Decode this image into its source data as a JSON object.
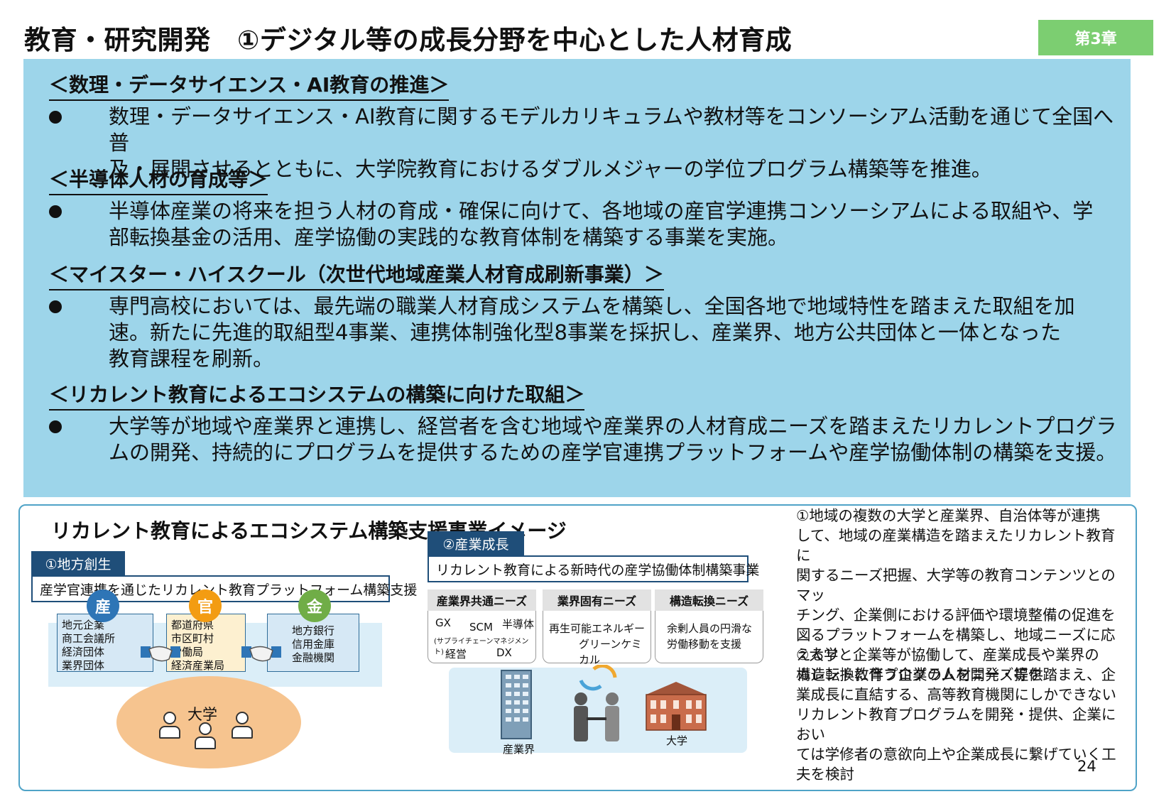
{
  "header": {
    "title": "教育・研究開発　①デジタル等の成長分野を中心とした人材育成",
    "chapter": "第3章"
  },
  "sections": [
    {
      "heading": "＜数理・データサイエンス・AI教育の推進＞",
      "bullet_lines": [
        "数理・データサイエンス・AI教育に関するモデルカリキュラムや教材等をコンソーシアム活動を通じて全国へ普",
        "及・展開させるとともに、大学院教育におけるダブルメジャーの学位プログラム構築等を推進。"
      ]
    },
    {
      "heading": "＜半導体人材の育成等＞",
      "bullet_lines": [
        "半導体産業の将来を担う人材の育成・確保に向けて、各地域の産官学連携コンソーシアムによる取組や、学",
        "部転換基金の活用、産学協働の実践的な教育体制を構築する事業を実施。"
      ]
    },
    {
      "heading": "＜マイスター・ハイスクール（次世代地域産業人材育成刷新事業）＞",
      "bullet_lines": [
        "専門高校においては、最先端の職業人材育成システムを構築し、全国各地で地域特性を踏まえた取組を加",
        "速。新たに先進的取組型4事業、連携体制強化型8事業を採択し、産業界、地方公共団体と一体となった",
        "教育課程を刷新。"
      ]
    },
    {
      "heading": "＜リカレント教育によるエコシステムの構築に向けた取組＞",
      "bullet_lines": [
        "大学等が地域や産業界と連携し、経営者を含む地域や産業界の人材育成ニーズを踏まえたリカレントプログラ",
        "ムの開発、持続的にプログラムを提供するための産学官連携プラットフォームや産学協働体制の構築を支援。"
      ]
    }
  ],
  "image_box": {
    "title": "リカレント教育によるエコシステム構築支援事業イメージ",
    "left": {
      "tag": "①地方創生",
      "subtitle": "産学官連携を通じたリカレント教育プラットフォーム構築支援",
      "entities": [
        {
          "badge": "産",
          "items": [
            "地元企業",
            "商工会議所",
            "経済団体",
            "業界団体"
          ],
          "color": "#2e75b6"
        },
        {
          "badge": "官",
          "items": [
            "都道府県",
            "市区町村",
            "労働局",
            "経済産業局"
          ],
          "color": "#f39c12"
        },
        {
          "badge": "金",
          "items": [
            "地方銀行",
            "信用金庫",
            "金融機関"
          ],
          "color": "#70ad47"
        }
      ],
      "university": "大学"
    },
    "right": {
      "tag": "②産業成長",
      "subtitle": "リカレント教育による新時代の産学協働体制構築事業",
      "needs": [
        {
          "header": "産業界共通ニーズ",
          "gx": "GX",
          "scm": "SCM",
          "semi": "半導体",
          "scm_note": "(サプライチェーンマネジメント)",
          "mgmt": "経営",
          "dx": "DX"
        },
        {
          "header": "業界固有ニーズ",
          "line1": "再生可能エネルギー",
          "line2": "グリーンケミカル"
        },
        {
          "header": "構造転換ニーズ",
          "line1": "余剰人員の円滑な",
          "line2": "労働移動を支援"
        }
      ],
      "industry_label": "産業界",
      "university_label": "大学"
    },
    "description": {
      "p1": [
        "①地域の複数の大学と産業界、自治体等が連携",
        "して、地域の産業構造を踏まえたリカレント教育に",
        "関するニーズ把握、大学等の教育コンテンツとのマッ",
        "チング、企業側における評価や環境整備の促進を",
        "図るプラットフォームを構築し、地域ニーズに応えるリ",
        "カレント教育プログラムを開発・提供"
      ],
      "p2": [
        "②大学と企業等が協働して、産業成長や業界の",
        "構造転換に伴う企業の人材ニーズ等を踏まえ、企",
        "業成長に直結する、高等教育機関にしかできない",
        "リカレント教育プログラムを開発・提供、企業におい",
        "ては学修者の意欲向上や企業成長に繋げていく工",
        "夫を検討"
      ]
    }
  },
  "page_number": "24"
}
